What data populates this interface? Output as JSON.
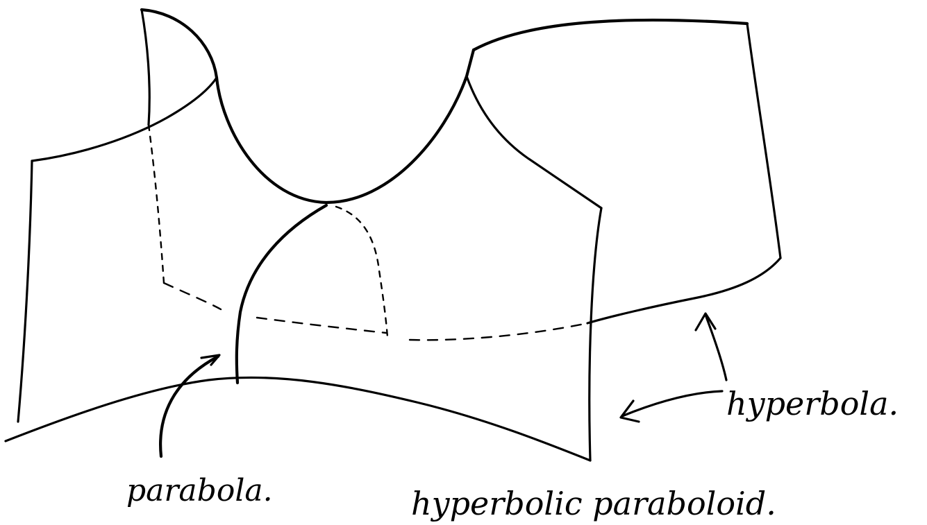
{
  "labels": {
    "parabola": "parabola.",
    "hyperbola": "hyperbola.",
    "title": "hyperbolic paraboloid."
  },
  "colors": {
    "ink": "#000000",
    "paper": "#ffffff"
  }
}
